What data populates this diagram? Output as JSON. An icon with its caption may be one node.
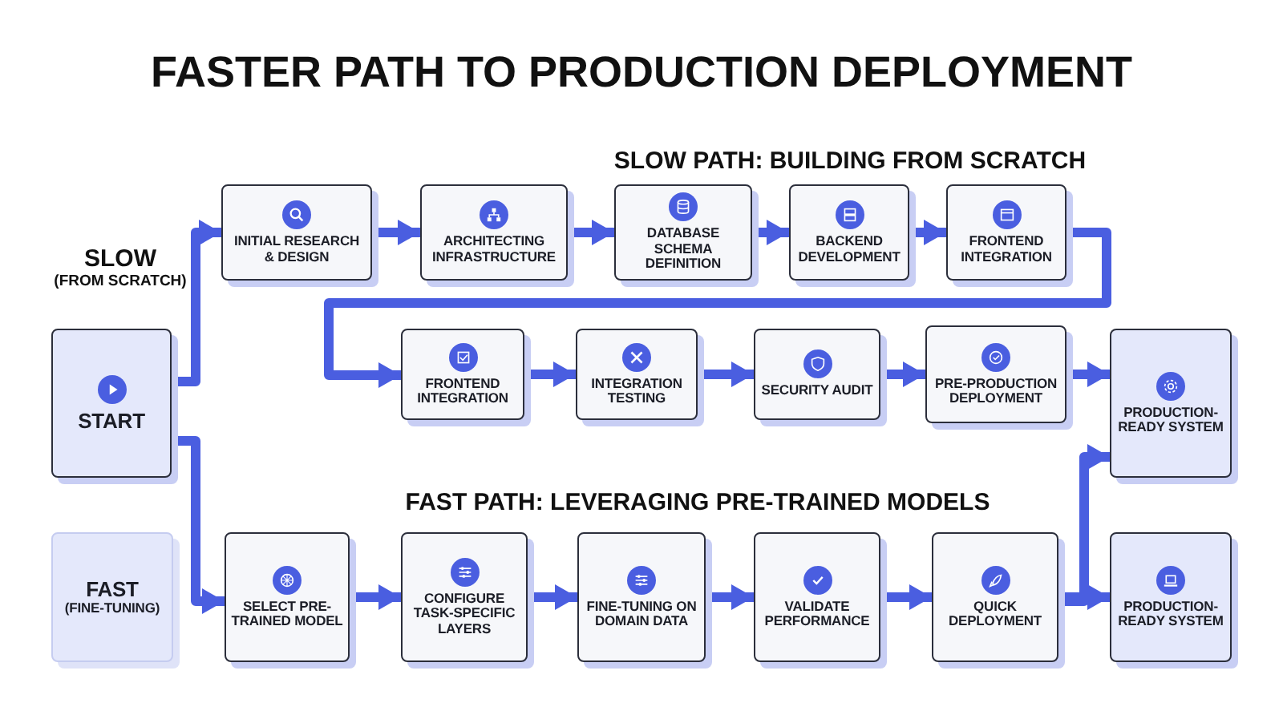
{
  "diagram": {
    "title": "FASTER PATH TO PRODUCTION DEPLOYMENT",
    "nodes": [
      {
        "text": [
          "START"
        ]
      },
      {
        "text": [
          "FAST",
          "(FINE-TUNING)"
        ]
      },
      {
        "text": [
          "INITIAL RESEARCH & DESIGN"
        ]
      },
      {
        "text": [
          "ARCHITECTING INFRASTRUCTURE"
        ]
      },
      {
        "text": [
          "DATABASE SCHEMA DEFINITION"
        ]
      },
      {
        "text": [
          "BACKEND DEVELOPMENT"
        ]
      },
      {
        "text": [
          "FRONTEND INTEGRATION"
        ]
      },
      {
        "text": [
          "FRONTEND INTEGRATION"
        ]
      },
      {
        "text": [
          "INTEGRATION TESTING"
        ]
      },
      {
        "text": [
          "SECURITY AUDIT"
        ]
      },
      {
        "text": [
          "PRE-PRODUCTION DEPLOYMENT"
        ]
      },
      {
        "text": [
          "PRODUCTION-READY SYSTEM"
        ]
      },
      {
        "text": [
          "SELECT PRE-TRAINED MODEL"
        ]
      },
      {
        "text": [
          "CONFIGURE TASK-SPECIFIC LAYERS"
        ]
      },
      {
        "text": [
          "FINE-TUNING ON DOMAIN DATA"
        ]
      },
      {
        "text": [
          "VALIDATE PERFORMANCE"
        ]
      },
      {
        "text": [
          "QUICK DEPLOYMENT"
        ]
      },
      {
        "text": [
          "PRODUCTION-READY SYSTEM"
        ]
      }
    ],
    "edges": [
      {
        "from": 0,
        "to": 2,
        "arrow": "to"
      },
      {
        "from": 2,
        "to": 3,
        "arrow": "to"
      },
      {
        "from": 3,
        "to": 4,
        "arrow": "to"
      },
      {
        "from": 4,
        "to": 5,
        "arrow": "to"
      },
      {
        "from": 5,
        "to": 6,
        "arrow": "to"
      },
      {
        "from": 6,
        "to": 7,
        "arrow": "to"
      },
      {
        "from": 7,
        "to": 8,
        "arrow": "to"
      },
      {
        "from": 8,
        "to": 9,
        "arrow": "to"
      },
      {
        "from": 9,
        "to": 10,
        "arrow": "to"
      },
      {
        "from": 10,
        "to": 11,
        "arrow": "to"
      },
      {
        "from": 0,
        "to": 12,
        "arrow": "to"
      },
      {
        "from": 12,
        "to": 13,
        "arrow": "to"
      },
      {
        "from": 13,
        "to": 14,
        "arrow": "to"
      },
      {
        "from": 14,
        "to": 15,
        "arrow": "to"
      },
      {
        "from": 15,
        "to": 16,
        "arrow": "to"
      },
      {
        "from": 16,
        "to": 17,
        "arrow": "to"
      },
      {
        "from": 16,
        "to": 11,
        "arrow": "to"
      }
    ],
    "labels": [
      "SLOW PATH: BUILDING FROM SCRATCH",
      "SLOW",
      "(FROM SCRATCH)",
      "FAST PATH: LEVERAGING PRE-TRAINED MODELS"
    ]
  }
}
